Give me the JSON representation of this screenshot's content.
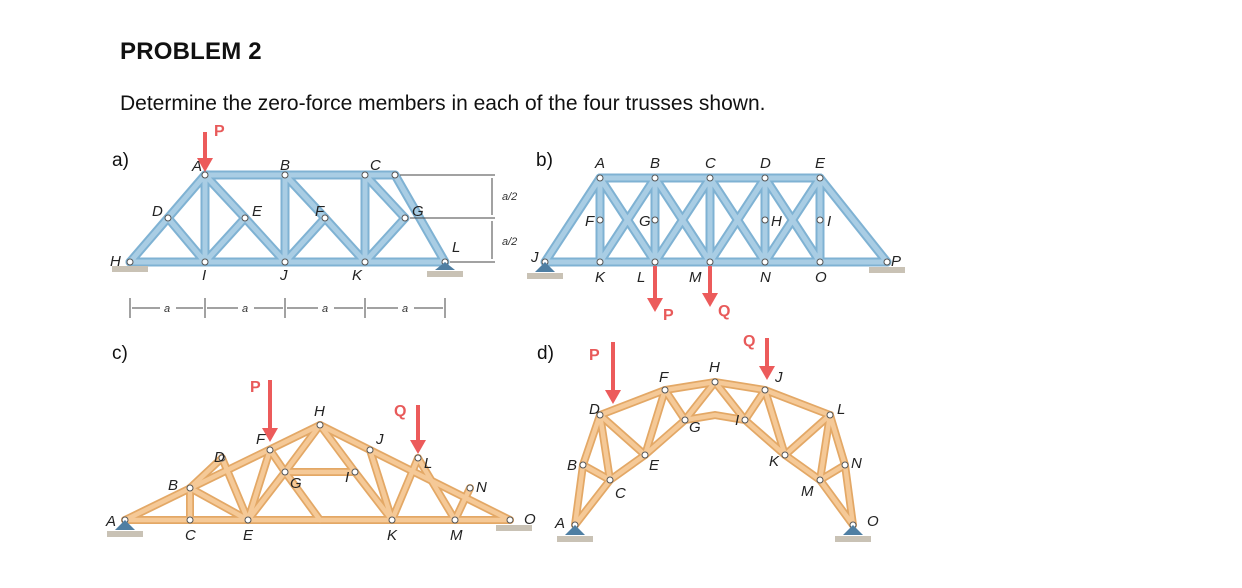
{
  "heading": "PROBLEM 2",
  "question": "Determine the zero-force members in each of the four trusses shown.",
  "colors": {
    "steel_member": "#a9cde4",
    "steel_edge": "#7fb2d3",
    "wood_member": "#f5c997",
    "wood_edge": "#e3a866",
    "load_arrow": "#ec5b5b",
    "support": "#4f7fa3",
    "ground": "#c9c2b5"
  },
  "trusses": {
    "a": {
      "label": "a)",
      "load": "P",
      "nodes": {
        "A": "A",
        "B": "B",
        "C": "C",
        "D": "D",
        "E": "E",
        "F": "F",
        "G": "G",
        "H": "H",
        "I": "I",
        "J": "J",
        "K": "K",
        "L": "L"
      },
      "span_label": "a",
      "height_label": "a/2"
    },
    "b": {
      "label": "b)",
      "loads": [
        "P",
        "Q"
      ],
      "nodes": {
        "A": "A",
        "B": "B",
        "C": "C",
        "D": "D",
        "E": "E",
        "F": "F",
        "G": "G",
        "H": "H",
        "I": "I",
        "J": "J",
        "K": "K",
        "L": "L",
        "M": "M",
        "N": "N",
        "O": "O",
        "P": "P"
      }
    },
    "c": {
      "label": "c)",
      "loads": [
        "P",
        "Q"
      ],
      "nodes": {
        "A": "A",
        "B": "B",
        "C": "C",
        "D": "D",
        "E": "E",
        "F": "F",
        "G": "G",
        "H": "H",
        "I": "I",
        "J": "J",
        "K": "K",
        "L": "L",
        "M": "M",
        "N": "N",
        "O": "O"
      }
    },
    "d": {
      "label": "d)",
      "loads": [
        "P",
        "Q"
      ],
      "nodes": {
        "A": "A",
        "B": "B",
        "C": "C",
        "D": "D",
        "E": "E",
        "F": "F",
        "G": "G",
        "H": "H",
        "I": "I",
        "J": "J",
        "K": "K",
        "L": "L",
        "M": "M",
        "N": "N",
        "O": "O"
      }
    }
  }
}
